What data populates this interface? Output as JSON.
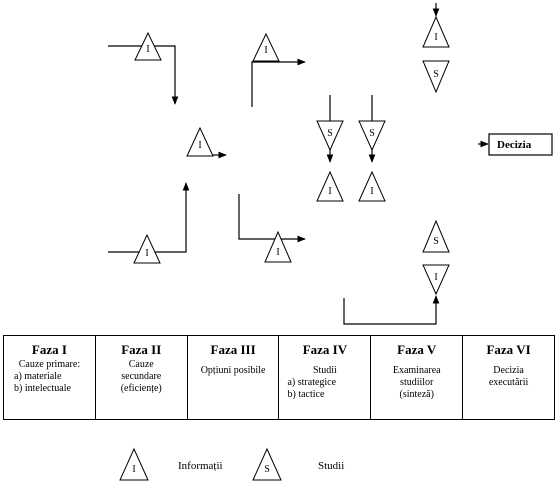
{
  "diagram": {
    "triangle_letters": {
      "info": "I",
      "study": "S"
    },
    "decision_box": "Decizia"
  },
  "phases": [
    {
      "title": "Faza I",
      "lines": [
        "Cauze primare:",
        "a) materiale",
        "b) intelectuale"
      ]
    },
    {
      "title": "Faza II",
      "lines": [
        "Cauze",
        "secundare",
        "(eficiențe)"
      ]
    },
    {
      "title": "Faza III",
      "lines": [
        "Opțiuni posibile"
      ]
    },
    {
      "title": "Faza IV",
      "lines": [
        "Studii",
        "a) strategice",
        "b) tactice"
      ]
    },
    {
      "title": "Faza V",
      "lines": [
        "Examinarea",
        "studiilor",
        "(sinteză)"
      ]
    },
    {
      "title": "Faza VI",
      "lines": [
        "Decizia",
        "executării"
      ]
    }
  ],
  "legend": {
    "info_symbol": "I",
    "info_label": "Informații",
    "study_symbol": "S",
    "study_label": "Studii"
  }
}
